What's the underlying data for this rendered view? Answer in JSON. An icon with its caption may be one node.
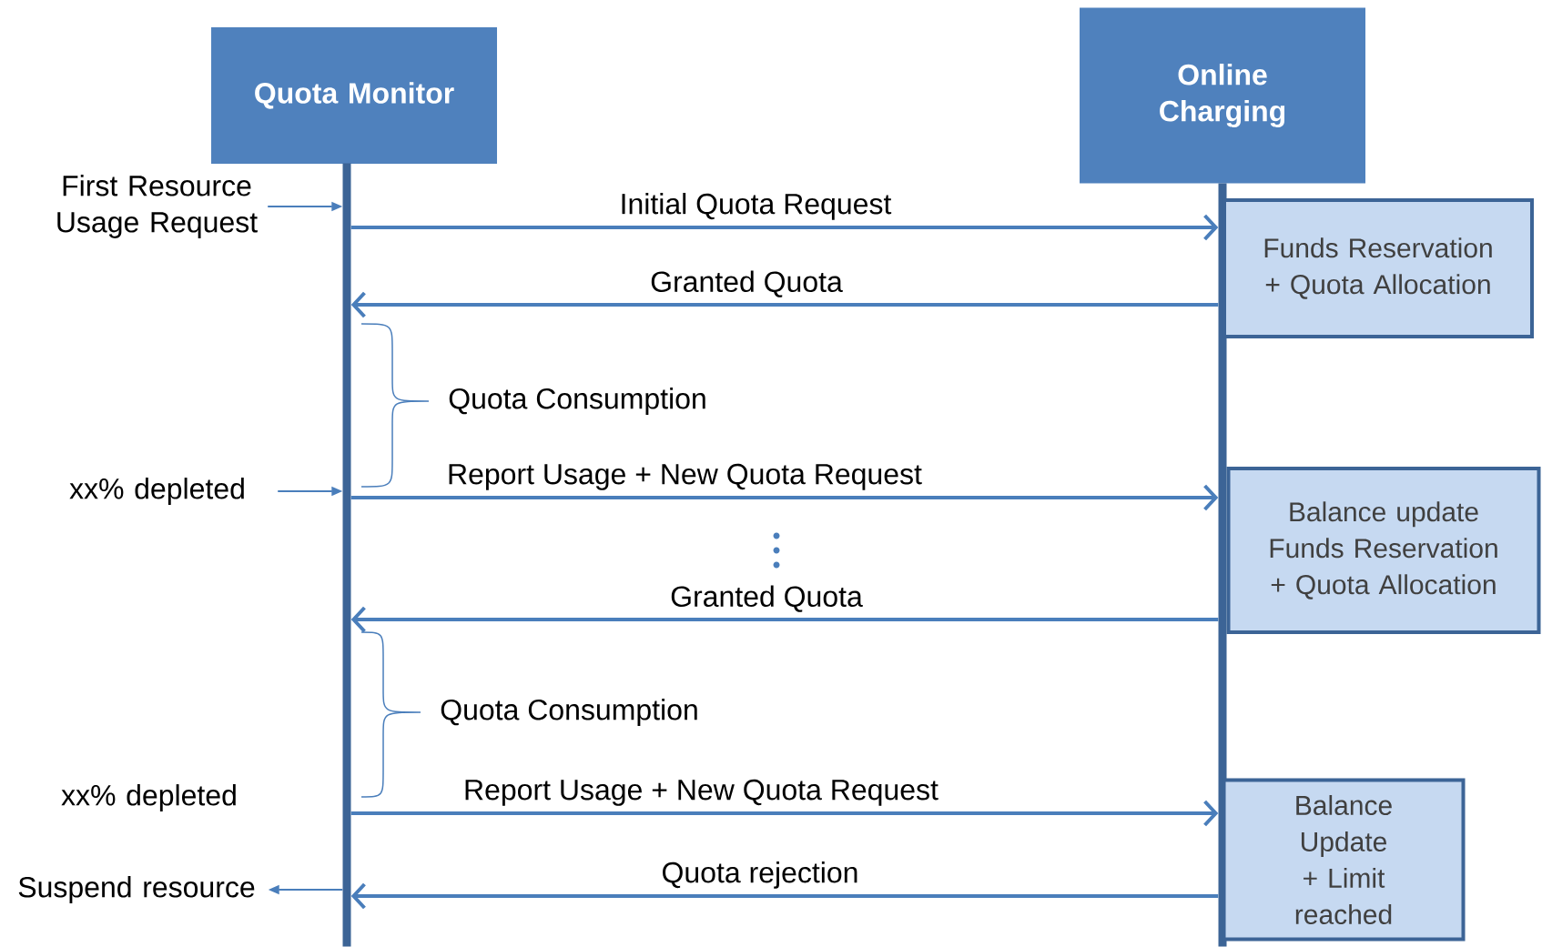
{
  "diagram": {
    "nodes": [
      {
        "text": [
          "Quota Monitor"
        ]
      },
      {
        "text": [
          "Online Charging"
        ]
      },
      {
        "text": [],
        "shape": "bar"
      },
      {
        "text": [],
        "shape": "bar"
      },
      {
        "text": [
          "First Resource Usage Request"
        ]
      },
      {
        "text": [
          "Funds Reservation + Quota Allocation"
        ]
      },
      {
        "text": [
          "xx% depleted"
        ]
      },
      {
        "text": [
          "Balance update Funds Reservation + Quota Allocation"
        ]
      },
      {
        "text": [
          "xx% depleted"
        ]
      },
      {
        "text": [
          "Balance Update + Limit reached"
        ]
      },
      {
        "text": [
          "Suspend resource"
        ]
      }
    ],
    "edges": [
      {
        "from": 4,
        "to": 2,
        "arrow": "to"
      },
      {
        "from": 2,
        "to": 3,
        "arrow": "to",
        "label": "Initial Quota Request"
      },
      {
        "from": 3,
        "to": 2,
        "arrow": "to",
        "label": "Granted Quota"
      },
      {
        "from": 6,
        "to": 2,
        "arrow": "to"
      },
      {
        "from": 2,
        "to": 3,
        "arrow": "to",
        "label": "Report Usage + New Quota Request"
      },
      {
        "from": 3,
        "to": 2,
        "arrow": "to",
        "label": "Granted Quota"
      },
      {
        "from": 2,
        "to": 3,
        "arrow": "to",
        "label": "Report Usage + New Quota Request"
      },
      {
        "from": 3,
        "to": 2,
        "arrow": "to",
        "label": "Quota rejection"
      },
      {
        "from": 2,
        "to": 10,
        "arrow": "to"
      }
    ],
    "labels": [
      "Quota Consumption",
      "Quota Consumption"
    ]
  }
}
